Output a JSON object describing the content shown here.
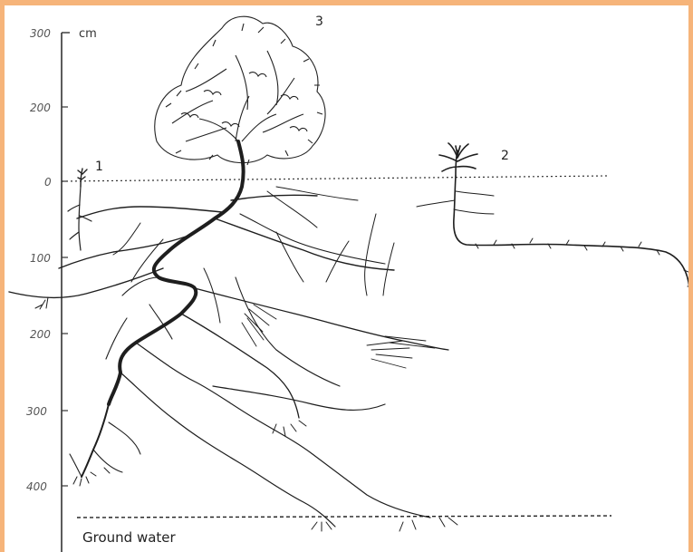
{
  "scale": {
    "unit": "cm",
    "ticks": [
      "300",
      "200",
      "0",
      "100",
      "200",
      "300",
      "400"
    ]
  },
  "plants": [
    {
      "number": "1"
    },
    {
      "number": "2"
    },
    {
      "number": "3"
    }
  ],
  "ground_water_label": "Ground water",
  "colors": {
    "page_border": "#f6b47a",
    "background": "#ffffff",
    "ink": "#1e1e1e"
  }
}
